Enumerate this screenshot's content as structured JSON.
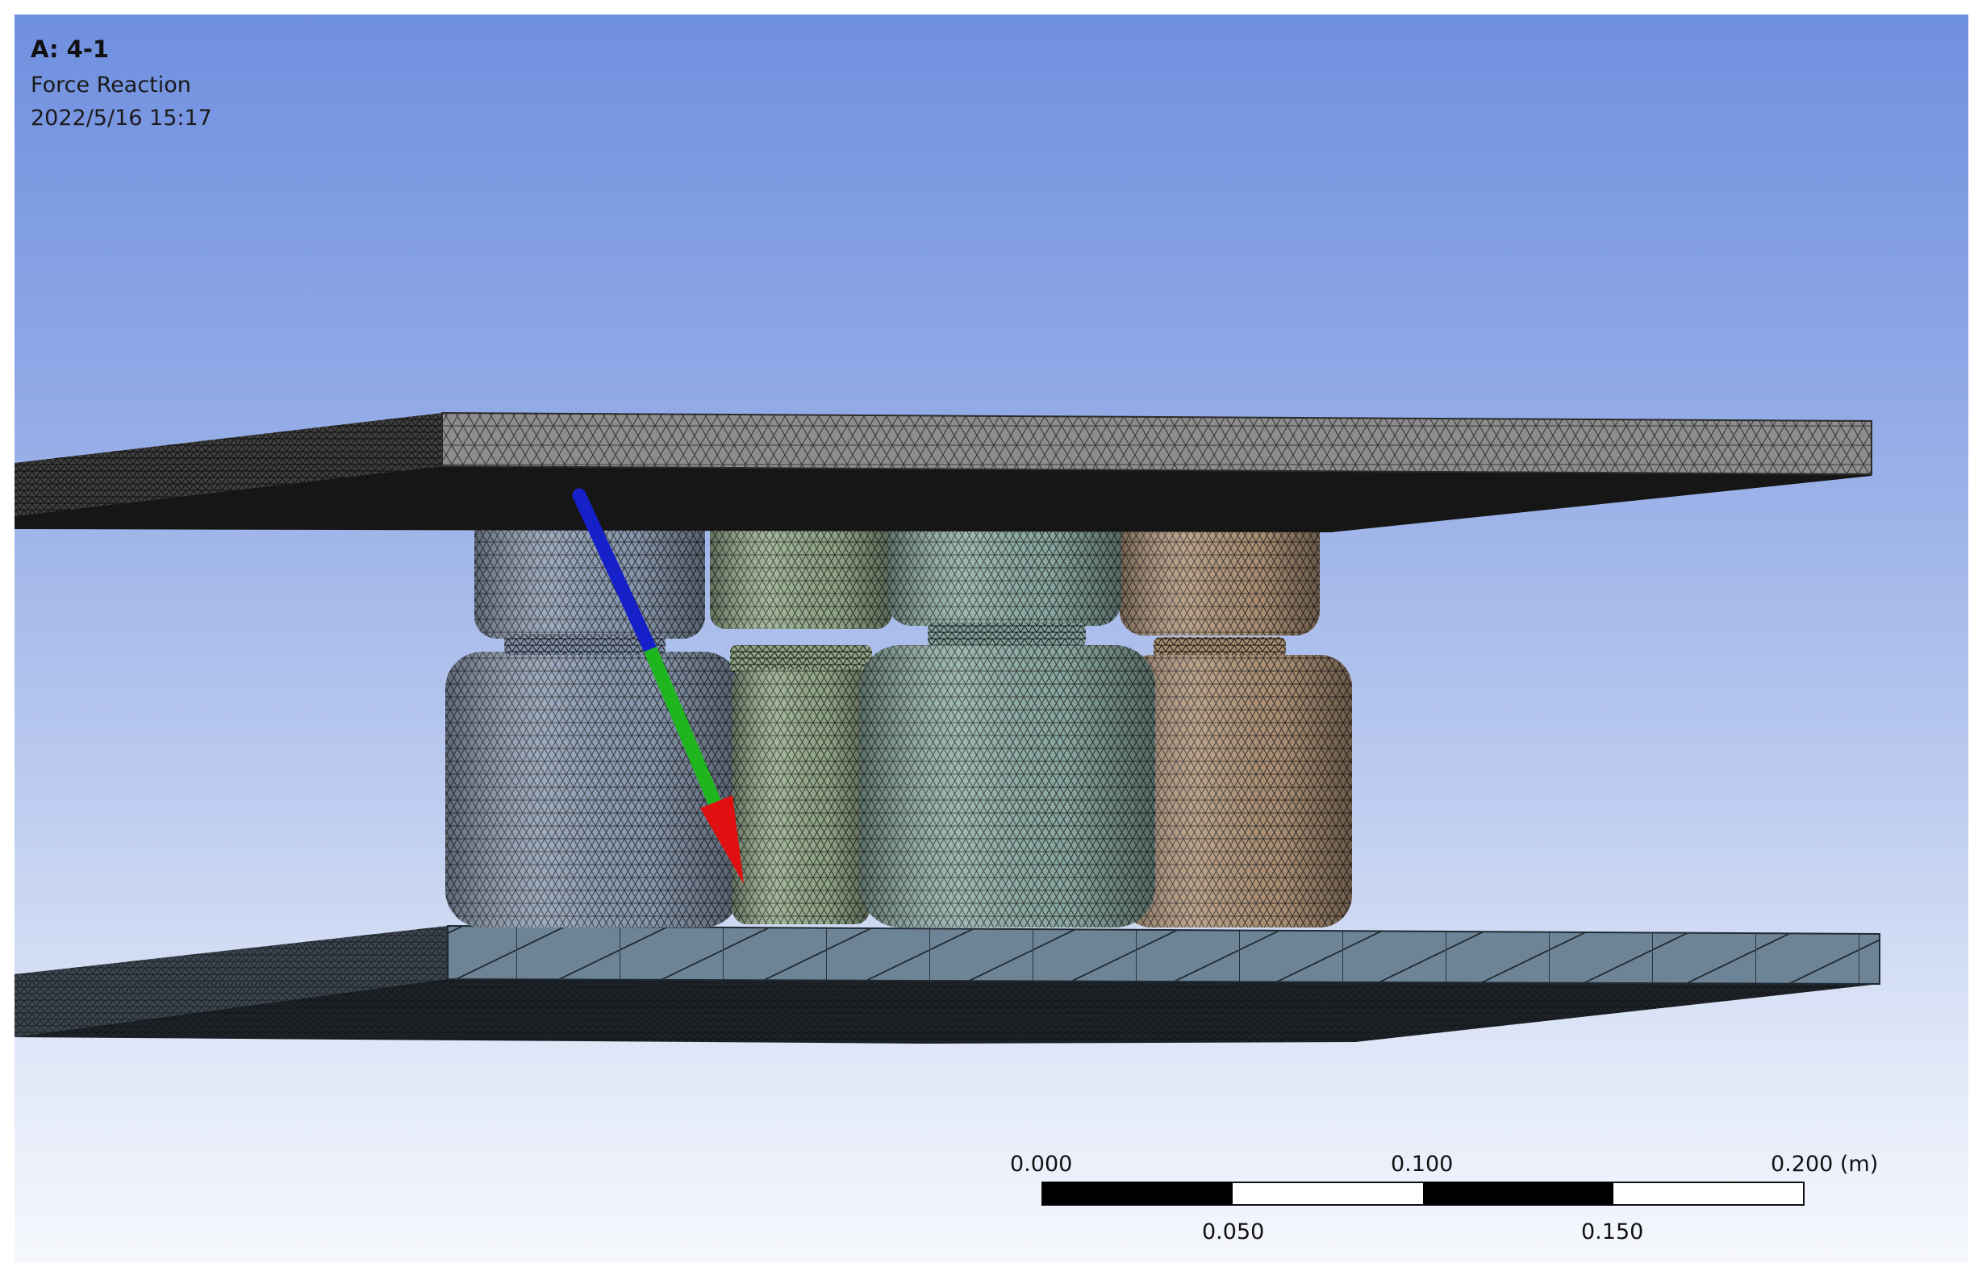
{
  "header": {
    "title": "A: 4-1",
    "result_type": "Force Reaction",
    "timestamp": "2022/5/16 15:17"
  },
  "scale_bar": {
    "labels_top": [
      "0.000",
      "0.100",
      "0.200 (m)"
    ],
    "labels_bottom": [
      "0.050",
      "0.150"
    ]
  },
  "colors": {
    "background_top": "#6f8fdf",
    "background_bottom": "#f6f8fd",
    "top_plate": "#8d8d8d",
    "bottom_plate": "#6d8496",
    "bearing_1": "#8f9fb6",
    "bearing_2": "#96ad8c",
    "bearing_3": "#8fb0a8",
    "bearing_4": "#b3967a",
    "arrow_red": "#e01010",
    "arrow_green": "#1fb51f",
    "arrow_blue": "#1520c8"
  },
  "scene": {
    "bodies": [
      "top-plate",
      "bottom-plate",
      "bearing-1",
      "bearing-2",
      "bearing-3",
      "bearing-4"
    ],
    "triad_icon": "force-reaction-arrow-icon"
  }
}
